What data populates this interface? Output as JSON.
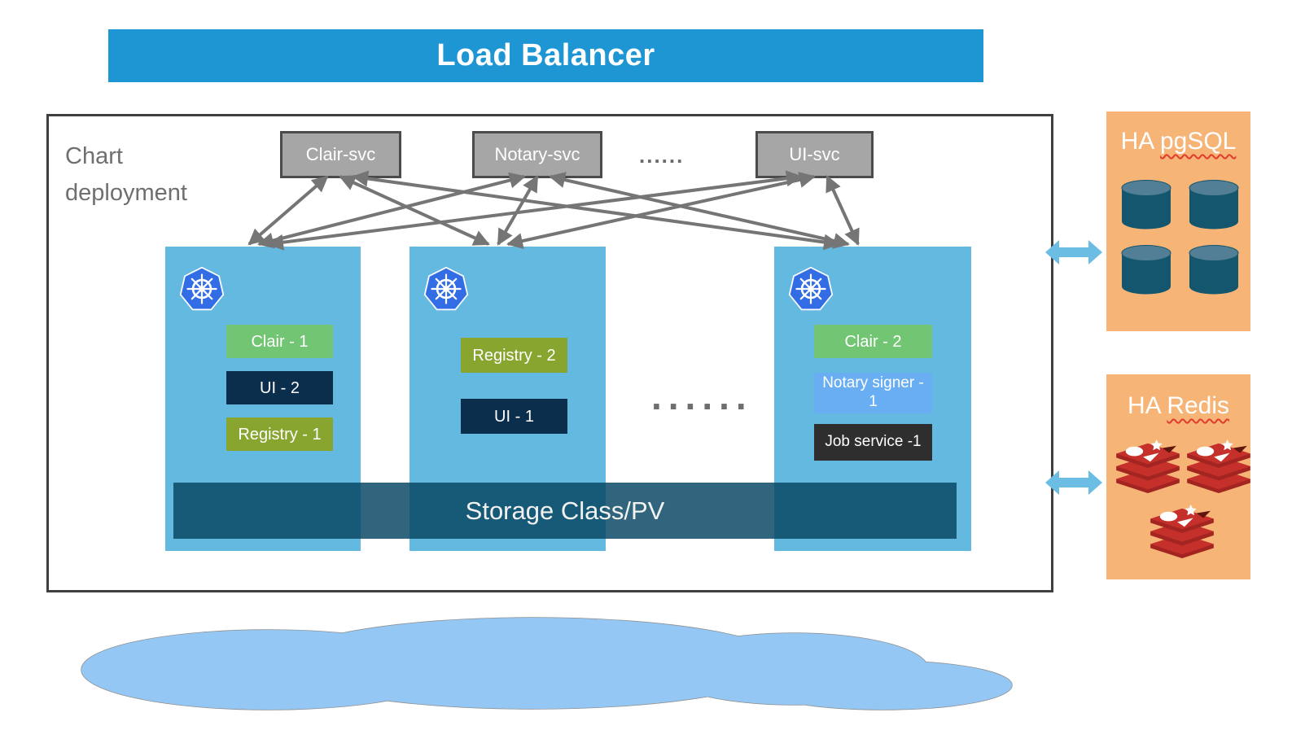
{
  "load_balancer": {
    "label": "Load Balancer"
  },
  "chart_deployment": {
    "label": "Chart deployment",
    "services": [
      {
        "id": "clair-svc",
        "label": "Clair-svc"
      },
      {
        "id": "notary-svc",
        "label": "Notary-svc"
      },
      {
        "id": "ui-svc",
        "label": "UI-svc"
      }
    ],
    "services_ellipsis": "......",
    "nodes_ellipsis": "......",
    "nodes": [
      {
        "id": "node-1",
        "platform_icon": "kubernetes-icon",
        "pods": [
          {
            "label": "Clair - 1",
            "color": "#72c573"
          },
          {
            "label": "UI - 2",
            "color": "#0b2e4d"
          },
          {
            "label": "Registry - 1",
            "color": "#88a52f"
          }
        ]
      },
      {
        "id": "node-2",
        "platform_icon": "kubernetes-icon",
        "pods": [
          {
            "label": "Registry - 2",
            "color": "#88a52f"
          },
          {
            "label": "UI - 1",
            "color": "#0b2e4d"
          }
        ]
      },
      {
        "id": "node-3",
        "platform_icon": "kubernetes-icon",
        "pods": [
          {
            "label": "Clair - 2",
            "color": "#72c573"
          },
          {
            "label": "Notary signer - 1",
            "color": "#69aef2"
          },
          {
            "label": "Job service -1",
            "color": "#2e2e2e"
          }
        ]
      }
    ],
    "storage": {
      "label": "Storage Class/PV"
    },
    "connections": [
      {
        "from": "clair-svc",
        "to": "node-1"
      },
      {
        "from": "clair-svc",
        "to": "node-2"
      },
      {
        "from": "clair-svc",
        "to": "node-3"
      },
      {
        "from": "notary-svc",
        "to": "node-1"
      },
      {
        "from": "notary-svc",
        "to": "node-2"
      },
      {
        "from": "notary-svc",
        "to": "node-3"
      },
      {
        "from": "ui-svc",
        "to": "node-1"
      },
      {
        "from": "ui-svc",
        "to": "node-2"
      },
      {
        "from": "ui-svc",
        "to": "node-3"
      }
    ]
  },
  "external_services": [
    {
      "id": "ha-pgsql",
      "prefix": "HA ",
      "name": "pgSQL",
      "icon": "database-cylinder-icon",
      "icon_count": 4
    },
    {
      "id": "ha-redis",
      "prefix": "HA ",
      "name": "Redis",
      "icon": "redis-icon",
      "icon_count": 3
    }
  ],
  "colors": {
    "load_balancer_bg": "#1e96d4",
    "service_box_bg": "#a6a6a6",
    "node_bg": "#63b9e0",
    "storage_bar_bg": "rgba(8,72,100,0.84)",
    "external_box_bg": "#f6b477",
    "arrow_gray": "#757575",
    "arrow_blue": "#6cbde4",
    "cloud_blue": "#94c7f3",
    "misspell_underline": "#e23b2e",
    "k8s_blue": "#326de6",
    "db_cylinder": "#14566e",
    "redis_red": "#c6302b"
  }
}
